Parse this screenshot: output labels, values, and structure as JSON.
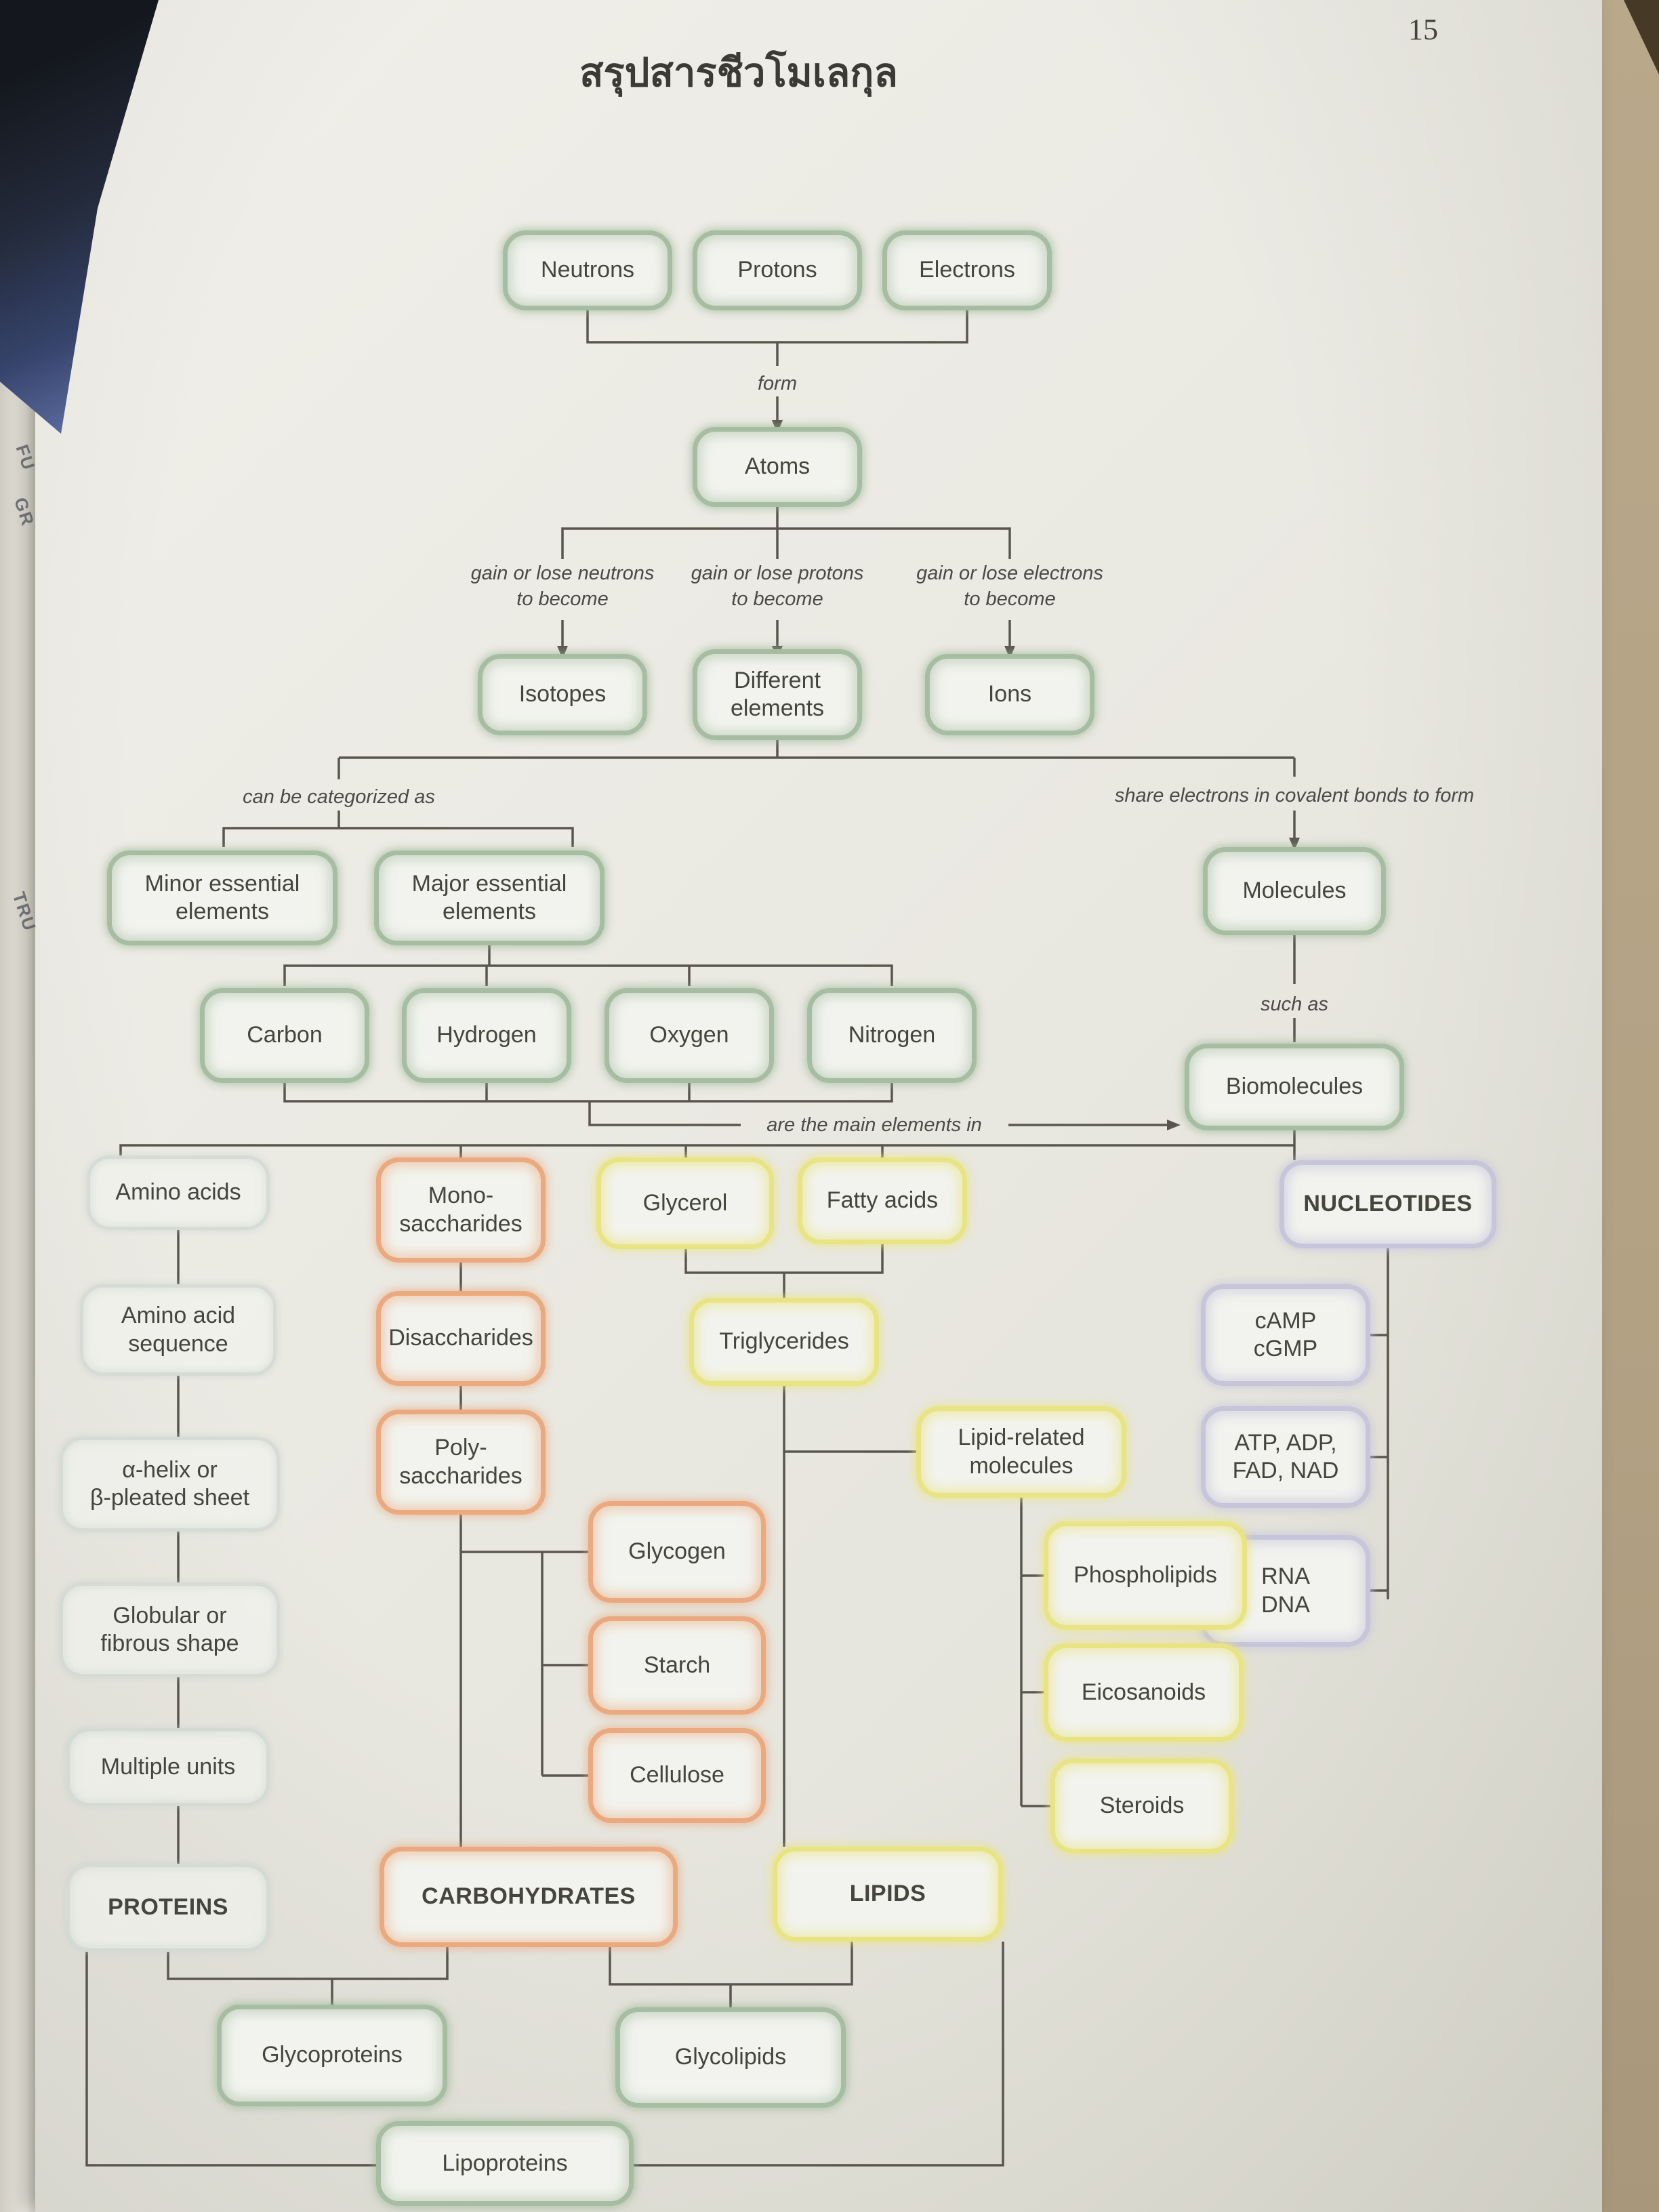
{
  "page": {
    "number": "15",
    "title": "สรุปสารชีวโมเลกุล"
  },
  "photo_artifacts": {
    "neighbor_page_text_1": "FU",
    "neighbor_page_text_2": "GR",
    "neighbor_page_text_3": "TRU"
  },
  "colors": {
    "green_box": "#a6bda1",
    "orange_box": "#eaa97e",
    "yellow_box": "#e9e483",
    "lavender_box": "#c6c5da",
    "faint_box": "#d9ddd9",
    "line": "#5a564e",
    "page_bg": "#eae9e2",
    "table_bg": "#b3a184"
  },
  "nodes": {
    "neutrons": "Neutrons",
    "protons": "Protons",
    "electrons": "Electrons",
    "atoms": "Atoms",
    "isotopes": "Isotopes",
    "different_elements": "Different\nelements",
    "ions": "Ions",
    "minor_essential": "Minor essential\nelements",
    "major_essential": "Major essential\nelements",
    "carbon": "Carbon",
    "hydrogen": "Hydrogen",
    "oxygen": "Oxygen",
    "nitrogen": "Nitrogen",
    "molecules": "Molecules",
    "biomolecules": "Biomolecules",
    "amino_acids": "Amino acids",
    "amino_acid_sequence": "Amino acid\nsequence",
    "helix_sheet": "α-helix or\nβ-pleated sheet",
    "globular_fibrous": "Globular or\nfibrous shape",
    "multiple_units": "Multiple units",
    "proteins": "PROTEINS",
    "monosaccharides": "Mono-\nsaccharides",
    "disaccharides": "Disaccharides",
    "polysaccharides": "Poly-\nsaccharides",
    "glycogen": "Glycogen",
    "starch": "Starch",
    "cellulose": "Cellulose",
    "carbohydrates": "CARBOHYDRATES",
    "glycerol": "Glycerol",
    "fatty_acids": "Fatty acids",
    "triglycerides": "Triglycerides",
    "lipid_related": "Lipid-related\nmolecules",
    "phospholipids": "Phospholipids",
    "eicosanoids": "Eicosanoids",
    "steroids": "Steroids",
    "lipids": "LIPIDS",
    "nucleotides": "NUCLEOTIDES",
    "camp_cgmp": "cAMP\ncGMP",
    "atp_adp": "ATP, ADP,\nFAD, NAD",
    "rna_dna": "RNA\nDNA",
    "glycoproteins": "Glycoproteins",
    "glycolipids": "Glycolipids",
    "lipoproteins": "Lipoproteins"
  },
  "edge_labels": {
    "form": "form",
    "gain_neutrons": "gain or lose neutrons\nto become",
    "gain_protons": "gain or lose protons\nto become",
    "gain_electrons": "gain or lose electrons\nto become",
    "categorized": "can be categorized as",
    "covalent": "share electrons in covalent bonds to form",
    "such_as": "such as",
    "main_elements": "are the main elements in"
  }
}
